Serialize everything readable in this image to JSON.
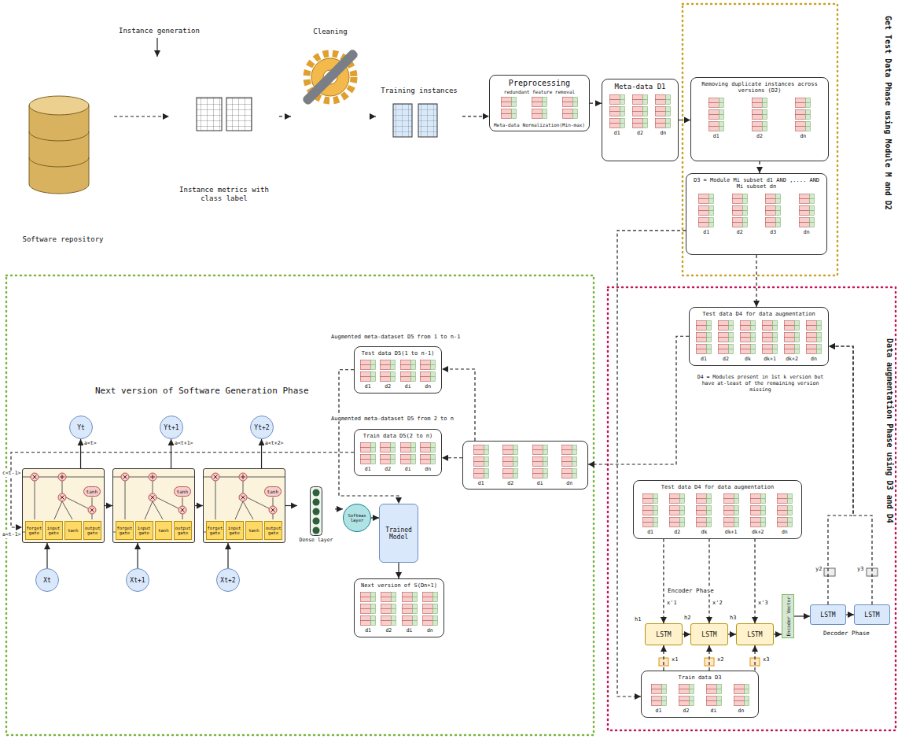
{
  "diagram": {
    "nodes": [
      {
        "text": [
          "Software repository"
        ]
      },
      {
        "text": [
          "Instance metrics with class label"
        ]
      },
      {
        "text": [
          "Cleaning"
        ]
      },
      {
        "text": [
          "Training instances"
        ]
      },
      {
        "text": [
          "Preprocessing",
          "redundant feature removal",
          "Meta-data",
          "Normalization(Min-max)"
        ]
      },
      {
        "text": [
          "Meta-data D1",
          "d1",
          "d2",
          "dn"
        ]
      },
      {
        "text": [
          "Removing duplicate instances across versions (D2)",
          "d1",
          "d2",
          "dn"
        ]
      },
      {
        "text": [
          "D3 = Module Mi subset d1 AND ,.... AND Mi subset dn",
          "d1",
          "d2",
          "d3",
          "dn"
        ]
      },
      {
        "text": [
          "Test data D4 for data augmentation",
          "d1",
          "d2",
          "dk",
          "dk+1",
          "dk+2",
          "dn"
        ]
      },
      {
        "text": [
          "Test data D4 for data augmentation",
          "d1",
          "d2",
          "dk",
          "dk+1",
          "dk+2",
          "dn"
        ]
      },
      {
        "text": [
          "Train data D3",
          "d1",
          "d2",
          "di",
          "dn"
        ]
      },
      {
        "text": [
          "LSTM"
        ]
      },
      {
        "text": [
          "LSTM"
        ]
      },
      {
        "text": [
          "LSTM"
        ]
      },
      {
        "text": [
          "Encoder Vector"
        ]
      },
      {
        "text": [
          "LSTM"
        ]
      },
      {
        "text": [
          "LSTM"
        ]
      },
      {
        "text": [
          "d1",
          "d2",
          "di",
          "dn"
        ]
      },
      {
        "text": [
          "Test data D5(1 to n-1)",
          "d1",
          "d2",
          "di",
          "dn"
        ]
      },
      {
        "text": [
          "Train data D5(2 to n)",
          "d1",
          "d2",
          "di",
          "dn"
        ]
      },
      {
        "text": [
          "Yt"
        ]
      },
      {
        "text": [
          "Yt+1"
        ]
      },
      {
        "text": [
          "Yt+2"
        ]
      },
      {
        "text": [
          "forget gate",
          "input gate",
          "tanh",
          "output gate",
          "tanh"
        ]
      },
      {
        "text": [
          "forget gate",
          "input gate",
          "tanh",
          "output gate",
          "tanh"
        ]
      },
      {
        "text": [
          "forget gate",
          "input gate",
          "tanh",
          "output gate",
          "tanh"
        ]
      },
      {
        "text": [
          "Xt"
        ]
      },
      {
        "text": [
          "Xt+1"
        ]
      },
      {
        "text": [
          "Xt+2"
        ]
      },
      {
        "text": [
          "Dense layer"
        ]
      },
      {
        "text": [
          "Softmax layer"
        ]
      },
      {
        "text": [
          "Trained Model"
        ]
      },
      {
        "text": [
          "Next version of S(Dn+1)",
          "d1",
          "d2",
          "di",
          "dn"
        ]
      }
    ],
    "edges": [
      {
        "from": 0,
        "to": 1,
        "arrow": "to"
      },
      {
        "from": 1,
        "to": 2,
        "arrow": "to"
      },
      {
        "from": 2,
        "to": 3,
        "arrow": "to"
      },
      {
        "from": 3,
        "to": 4,
        "arrow": "to"
      },
      {
        "from": 4,
        "to": 5,
        "arrow": "to"
      },
      {
        "from": 5,
        "to": 6,
        "arrow": "to"
      },
      {
        "from": 6,
        "to": 7,
        "arrow": "to"
      },
      {
        "from": 7,
        "to": 8,
        "arrow": "to"
      },
      {
        "from": 7,
        "to": 10,
        "arrow": "to"
      },
      {
        "from": 8,
        "to": 17,
        "arrow": "to"
      },
      {
        "from": 15,
        "to": 8,
        "arrow": "to"
      },
      {
        "from": 16,
        "to": 8,
        "arrow": "to"
      },
      {
        "from": 9,
        "to": 11,
        "arrow": "to"
      },
      {
        "from": 9,
        "to": 12,
        "arrow": "to"
      },
      {
        "from": 9,
        "to": 13,
        "arrow": "to"
      },
      {
        "from": 10,
        "to": 11,
        "arrow": "to"
      },
      {
        "from": 10,
        "to": 12,
        "arrow": "to"
      },
      {
        "from": 10,
        "to": 13,
        "arrow": "to"
      },
      {
        "from": 11,
        "to": 12,
        "arrow": "to"
      },
      {
        "from": 12,
        "to": 13,
        "arrow": "to"
      },
      {
        "from": 13,
        "to": 14,
        "arrow": "to"
      },
      {
        "from": 14,
        "to": 15,
        "arrow": "to"
      },
      {
        "from": 15,
        "to": 16,
        "arrow": "to"
      },
      {
        "from": 17,
        "to": 18,
        "arrow": "to"
      },
      {
        "from": 17,
        "to": 19,
        "arrow": "to"
      },
      {
        "from": 18,
        "to": 31,
        "arrow": "to"
      },
      {
        "from": 19,
        "to": 23,
        "arrow": "to"
      },
      {
        "from": 23,
        "to": 24,
        "arrow": "to"
      },
      {
        "from": 24,
        "to": 25,
        "arrow": "to"
      },
      {
        "from": 25,
        "to": 29,
        "arrow": "to"
      },
      {
        "from": 29,
        "to": 30,
        "arrow": "to"
      },
      {
        "from": 30,
        "to": 31,
        "arrow": "to"
      },
      {
        "from": 31,
        "to": 32,
        "arrow": "to"
      },
      {
        "from": 26,
        "to": 23,
        "arrow": "to"
      },
      {
        "from": 27,
        "to": 24,
        "arrow": "to"
      },
      {
        "from": 28,
        "to": 25,
        "arrow": "to"
      },
      {
        "from": 23,
        "to": 20,
        "arrow": "to"
      },
      {
        "from": 24,
        "to": 21,
        "arrow": "to"
      },
      {
        "from": 25,
        "to": 22,
        "arrow": "to"
      }
    ],
    "labels": [
      "Instance generation",
      "Get Test Data Phase using Module M and D2",
      "D4 = Modules present in 1st k version but have at-least of the remaining version missing",
      "Data augmentation Phase using D3 and D4",
      "Augmented meta-dataset D5 from 1 to n-1",
      "Next version of Software Generation Phase",
      "Augmented meta-dataset D5 from 2 to n",
      "Encoder Phase",
      "x'1",
      "x'2",
      "x'3",
      "h1",
      "h2",
      "h3",
      "x1",
      "x2",
      "x3",
      "y2",
      "y3",
      "Decoder Phase",
      "c<t-1>",
      "a<t-1>",
      "a<t>",
      "a<t+1>",
      "a<t+2>"
    ]
  }
}
